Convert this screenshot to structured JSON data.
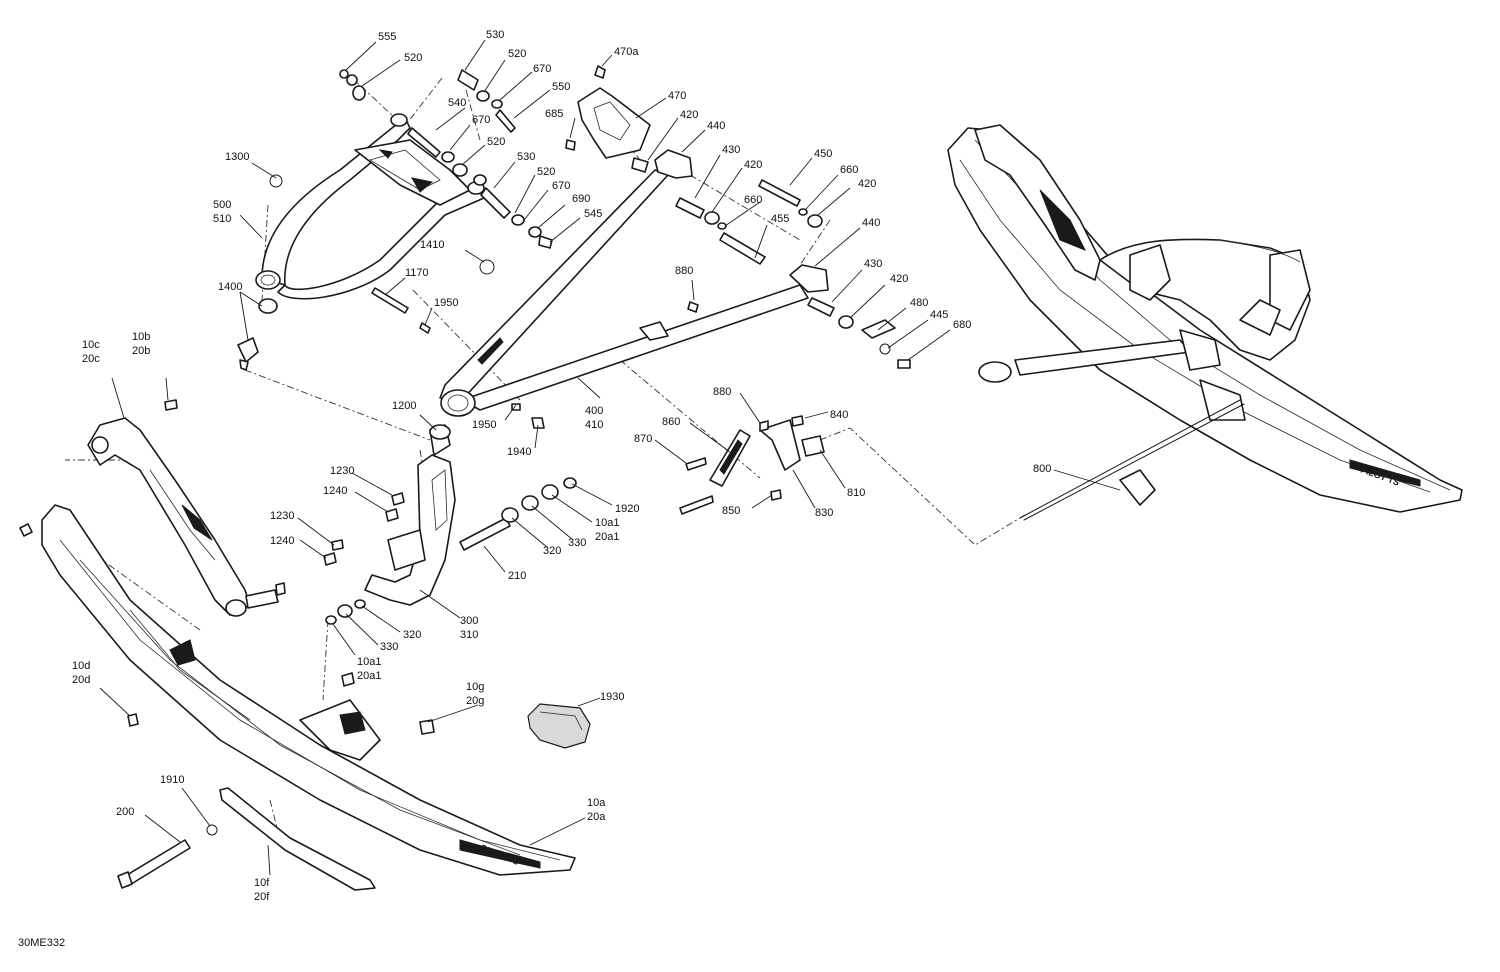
{
  "figure_id": "30ME332",
  "callouts": {
    "c555": "555",
    "c520a": "520",
    "c530": "530",
    "c520b": "520",
    "c470a": "470a",
    "c670a": "670",
    "c550": "550",
    "c470": "470",
    "c540": "540",
    "c685": "685",
    "c670b": "670",
    "c420a": "420",
    "c440a": "440",
    "c520c": "520",
    "c1300": "1300",
    "c530b": "530",
    "c430a": "430",
    "c450": "450",
    "c520d": "520",
    "c660a": "660",
    "c420b": "420",
    "c420c": "420",
    "c670c": "670",
    "c660b": "660",
    "c500": "500",
    "c510": "510",
    "c690": "690",
    "c545": "545",
    "c455": "455",
    "c440b": "440",
    "c1410": "1410",
    "c880a": "880",
    "c430b": "430",
    "c1170": "1170",
    "c1400": "1400",
    "c420d": "420",
    "c1950a": "1950",
    "c480": "480",
    "c445": "445",
    "c680": "680",
    "c10c": "10c",
    "c20c": "20c",
    "c10b": "10b",
    "c20b": "20b",
    "c400": "400",
    "c410": "410",
    "c1200": "1200",
    "c1950b": "1950",
    "c880b": "880",
    "c840": "840",
    "c860": "860",
    "c870": "870",
    "c1940": "1940",
    "c1230a": "1230",
    "c1240a": "1240",
    "c1920": "1920",
    "c810": "810",
    "c830": "830",
    "c850": "850",
    "c800": "800",
    "c10a1a": "10a1",
    "c20a1a": "20a1",
    "c1230b": "1230",
    "c330a": "330",
    "c1240b": "1240",
    "c320a": "320",
    "c210": "210",
    "c300": "300",
    "c310": "310",
    "c320b": "320",
    "c330b": "330",
    "c10a1b": "10a1",
    "c20a1b": "20a1",
    "c10d": "10d",
    "c20d": "20d",
    "c10g": "10g",
    "c20g": "20g",
    "c1930": "1930",
    "c1910": "1910",
    "c200": "200",
    "c10a": "10a",
    "c20a": "20a",
    "c10f": "10f",
    "c20f": "20f"
  },
  "ski_brand_text": "PILOT TS"
}
